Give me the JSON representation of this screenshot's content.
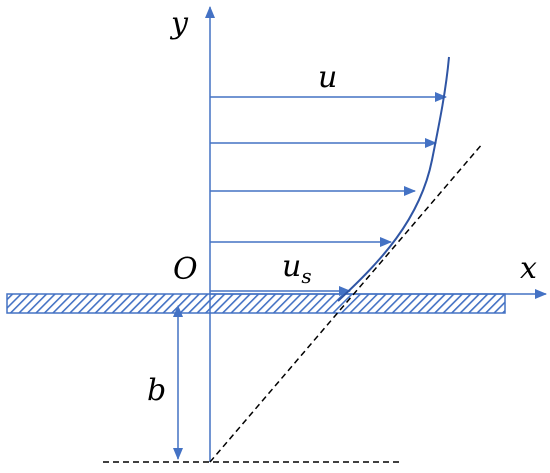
{
  "labels": {
    "y_axis": "y",
    "x_axis": "x",
    "origin": "O",
    "velocity": "u",
    "slip_velocity_base": "u",
    "slip_velocity_sub": "s",
    "slip_length": "b"
  },
  "colors": {
    "axis": "#4472c4",
    "profile_curve": "#2f55a4",
    "velocity_arrow": "#4472c4",
    "dashed_line": "#000000",
    "text": "#000000",
    "wall_hatch": "#4472c4"
  }
}
